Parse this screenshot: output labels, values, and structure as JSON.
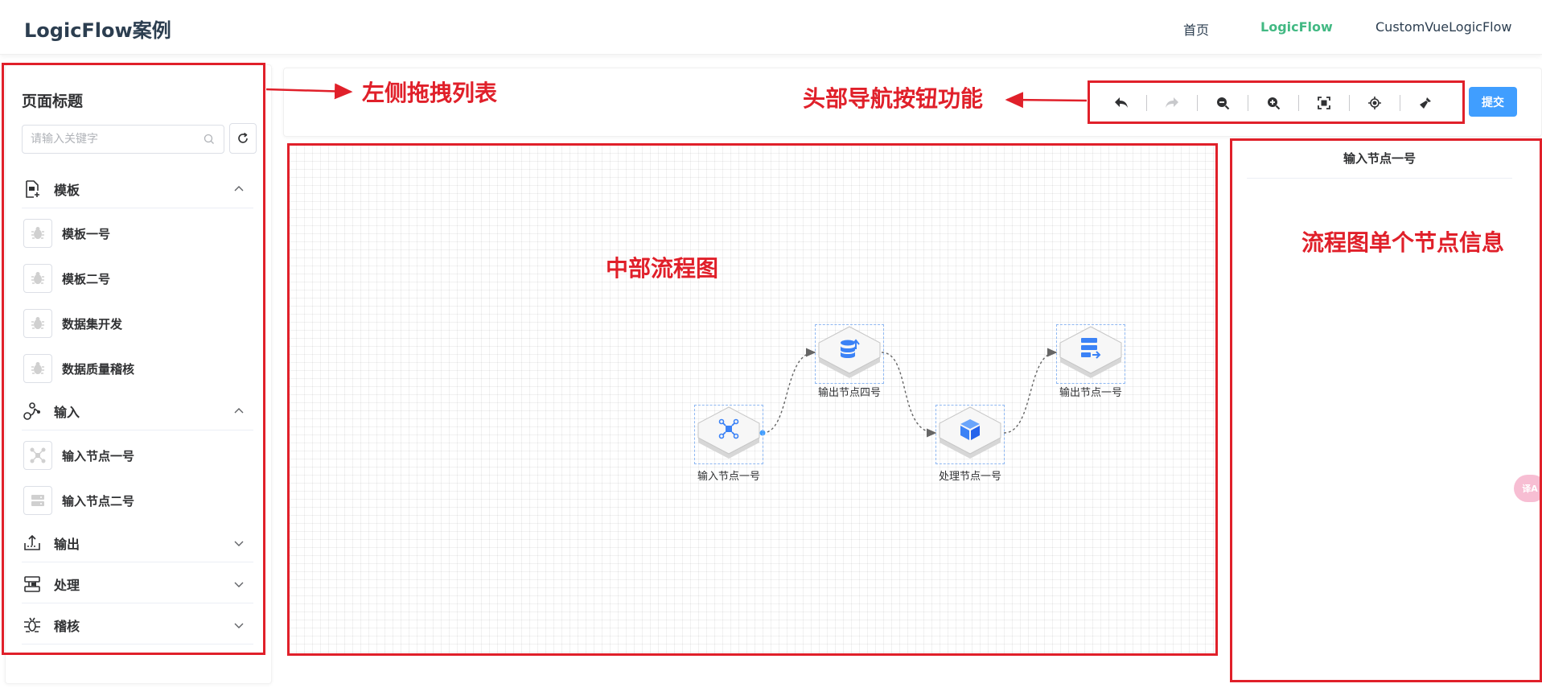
{
  "header": {
    "brand": "LogicFlow案例",
    "nav": [
      {
        "label": "首页",
        "active": false
      },
      {
        "label": "LogicFlow",
        "active": true
      },
      {
        "label": "CustomVueLogicFlow",
        "active": false
      }
    ]
  },
  "sidebar": {
    "title": "页面标题",
    "search": {
      "placeholder": "请输入关键字",
      "value": ""
    },
    "groups": [
      {
        "label": "模板",
        "icon": "template-icon",
        "expanded": true,
        "items": [
          "模板一号",
          "模板二号",
          "数据集开发",
          "数据质量稽核"
        ]
      },
      {
        "label": "输入",
        "icon": "input-icon",
        "expanded": true,
        "items": [
          "输入节点一号",
          "输入节点二号"
        ]
      },
      {
        "label": "输出",
        "icon": "output-icon",
        "expanded": false,
        "items": []
      },
      {
        "label": "处理",
        "icon": "process-icon",
        "expanded": false,
        "items": []
      },
      {
        "label": "稽核",
        "icon": "audit-icon",
        "expanded": false,
        "items": []
      }
    ]
  },
  "toolbar": {
    "buttons": [
      "undo-icon",
      "redo-icon",
      "zoom-out-icon",
      "zoom-in-icon",
      "fit-view-icon",
      "locate-icon",
      "clear-icon"
    ],
    "submit_label": "提交"
  },
  "flow": {
    "nodes": [
      {
        "id": "n1",
        "label": "输入节点一号",
        "icon": "network-icon",
        "selected": true
      },
      {
        "id": "n2",
        "label": "输出节点四号",
        "icon": "database-upload-icon",
        "selected": false
      },
      {
        "id": "n3",
        "label": "处理节点一号",
        "icon": "cube-icon",
        "selected": false
      },
      {
        "id": "n4",
        "label": "输出节点一号",
        "icon": "list-export-icon",
        "selected": false
      }
    ],
    "edges": [
      [
        "n1",
        "n2"
      ],
      [
        "n2",
        "n3"
      ],
      [
        "n3",
        "n4"
      ]
    ]
  },
  "properties": {
    "title": "输入节点一号"
  },
  "annotations": {
    "left_list": "左侧拖拽列表",
    "toolbar": "头部导航按钮功能",
    "canvas": "中部流程图",
    "node_info": "流程图单个节点信息",
    "color": "#e0202a"
  },
  "colors": {
    "accent": "#42b983",
    "primary": "#409eff",
    "node_icon": "#3b82f6"
  }
}
